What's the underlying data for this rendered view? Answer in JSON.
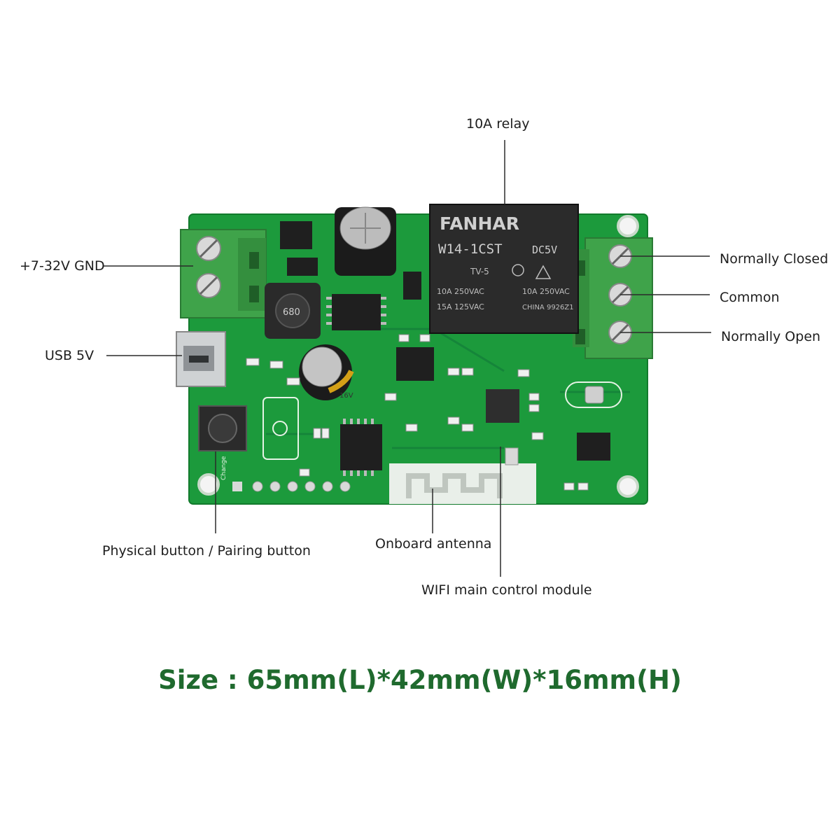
{
  "labels": {
    "relay": "10A relay",
    "power_in": "+7-32V GND",
    "usb": "USB 5V",
    "nc": "Normally Closed",
    "common": "Common",
    "no": "Normally Open",
    "button": "Physical button / Pairing button",
    "antenna": "Onboard antenna",
    "wifi_module": "WIFI main control module"
  },
  "size_caption": "Size : 65mm(L)*42mm(W)*16mm(H)",
  "board": {
    "relay_brand": "FANHAR",
    "relay_model": "W14-1CST",
    "relay_coil": "DC5V",
    "relay_type": "TV-5",
    "relay_rating_1a": "10A 250VAC",
    "relay_rating_1b": "15A 125VAC",
    "relay_rating_2a": "10A 250VAC",
    "relay_rating_2b": "CHINA 9926Z1",
    "inductor_text": "680",
    "cap_text": "16V",
    "button_silk": "Change"
  },
  "colors": {
    "pcb": "#1c9a3c",
    "pcb_dark": "#137a2e",
    "terminal": "#3fa34a",
    "caption": "#1f6a2e"
  }
}
